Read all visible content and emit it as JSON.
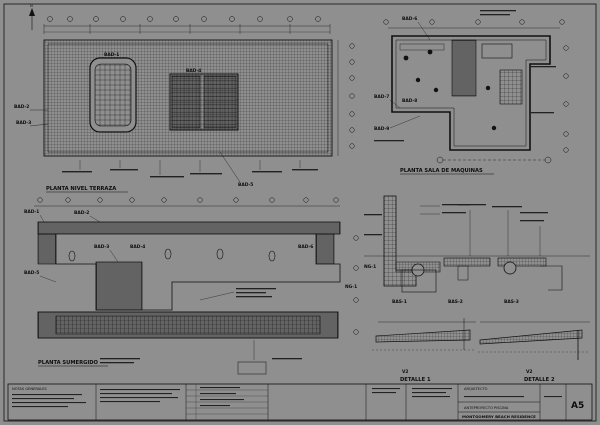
{
  "sheet": {
    "background": "#8f8f8f",
    "ink": "#0f0f0f",
    "sheet_number": "A5",
    "north_label": "N"
  },
  "views": {
    "terrace_plan": {
      "title": "PLANTA NIVEL TERRAZA",
      "tags": [
        "BAD-1",
        "BAD-2",
        "BAD-3",
        "BAD-4",
        "BAD-5"
      ]
    },
    "machine_room_plan": {
      "title": "PLANTA SALA DE MAQUINAS",
      "tags": [
        "BAD-6",
        "BAD-7",
        "BAD-8",
        "BAD-9"
      ]
    },
    "submerged_plan": {
      "title": "PLANTA SUMERGIDO",
      "tags": [
        "BAD-1",
        "BAD-2",
        "BAD-3",
        "BAD-4",
        "BAD-5",
        "BAD-6",
        "NG-1"
      ]
    },
    "detail_1": {
      "title": "DETALLE 1",
      "ref": "V2"
    },
    "detail_2": {
      "title": "DETALLE 2",
      "ref": "V2"
    },
    "sections": [
      "BAS-1",
      "BAS-2",
      "BAS-3"
    ],
    "section_label": "NG-1"
  },
  "title_block": {
    "notes_heading": "NOTAS GENERALES",
    "project": "ANTEPROYECTO PISCINA",
    "architect_block": "ARQUITECTO",
    "project_name": "MONTGOMERY BEACH RESIDENCE"
  }
}
